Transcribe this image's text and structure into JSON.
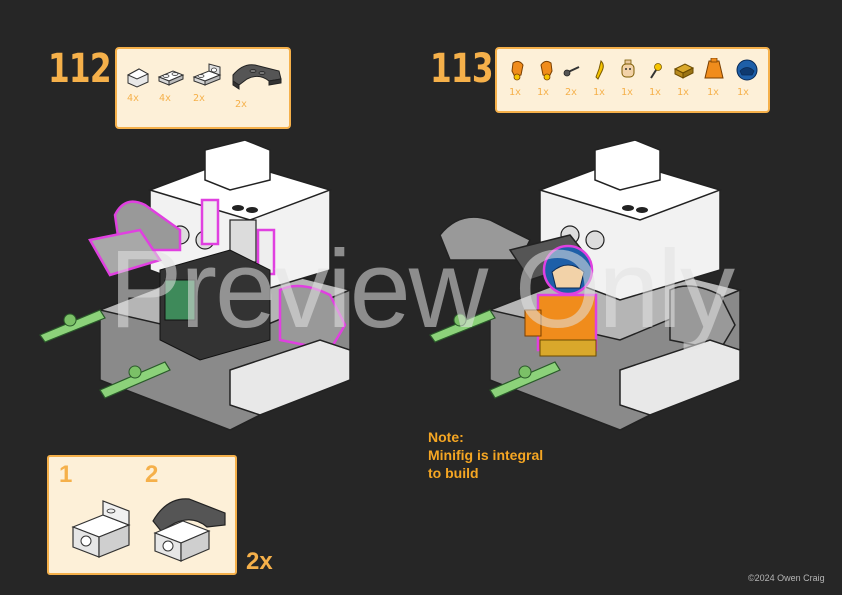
{
  "step_112": {
    "number": "112",
    "parts": [
      {
        "icon": "wedge-slope-icon",
        "qty": "4x"
      },
      {
        "icon": "plate-1x2-icon",
        "qty": "4x"
      },
      {
        "icon": "bracket-plate-icon",
        "qty": "2x"
      },
      {
        "icon": "mudguard-icon",
        "qty": "2x"
      }
    ]
  },
  "step_113": {
    "number": "113",
    "parts": [
      {
        "icon": "minifig-arm-left-icon",
        "qty": "1x"
      },
      {
        "icon": "minifig-arm-right-icon",
        "qty": "1x"
      },
      {
        "icon": "wrench-tool-icon",
        "qty": "2x"
      },
      {
        "icon": "minifig-hand-icon",
        "qty": "1x"
      },
      {
        "icon": "minifig-head-icon",
        "qty": "1x"
      },
      {
        "icon": "torch-icon",
        "qty": "1x"
      },
      {
        "icon": "minifig-hips-icon",
        "qty": "1x"
      },
      {
        "icon": "minifig-torso-icon",
        "qty": "1x"
      },
      {
        "icon": "helmet-icon",
        "qty": "1x"
      }
    ]
  },
  "note": {
    "lines": [
      "Note:",
      "Minifig is integral",
      "to build"
    ]
  },
  "subassembly": {
    "step1": "1",
    "step2": "2",
    "multiplier": "2x"
  },
  "copyright": "©2024  Owen Craig",
  "watermark": "Preview Only",
  "colors": {
    "accent": "#f5b04a",
    "box_fill": "#fdf0d8",
    "background": "#262626",
    "highlight": "#e040e0"
  }
}
